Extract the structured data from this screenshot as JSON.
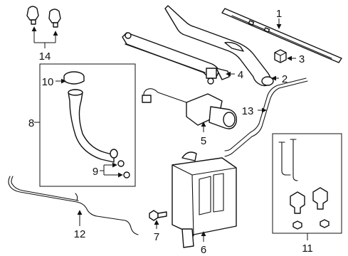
{
  "diagram": {
    "callouts": [
      {
        "id": "c1",
        "label": "1"
      },
      {
        "id": "c2",
        "label": "2"
      },
      {
        "id": "c3",
        "label": "3"
      },
      {
        "id": "c4",
        "label": "4"
      },
      {
        "id": "c5",
        "label": "5"
      },
      {
        "id": "c6",
        "label": "6"
      },
      {
        "id": "c7",
        "label": "7"
      },
      {
        "id": "c8",
        "label": "8"
      },
      {
        "id": "c9",
        "label": "9"
      },
      {
        "id": "c10",
        "label": "10"
      },
      {
        "id": "c11",
        "label": "11"
      },
      {
        "id": "c12",
        "label": "12"
      },
      {
        "id": "c13",
        "label": "13"
      },
      {
        "id": "c14",
        "label": "14"
      }
    ]
  }
}
